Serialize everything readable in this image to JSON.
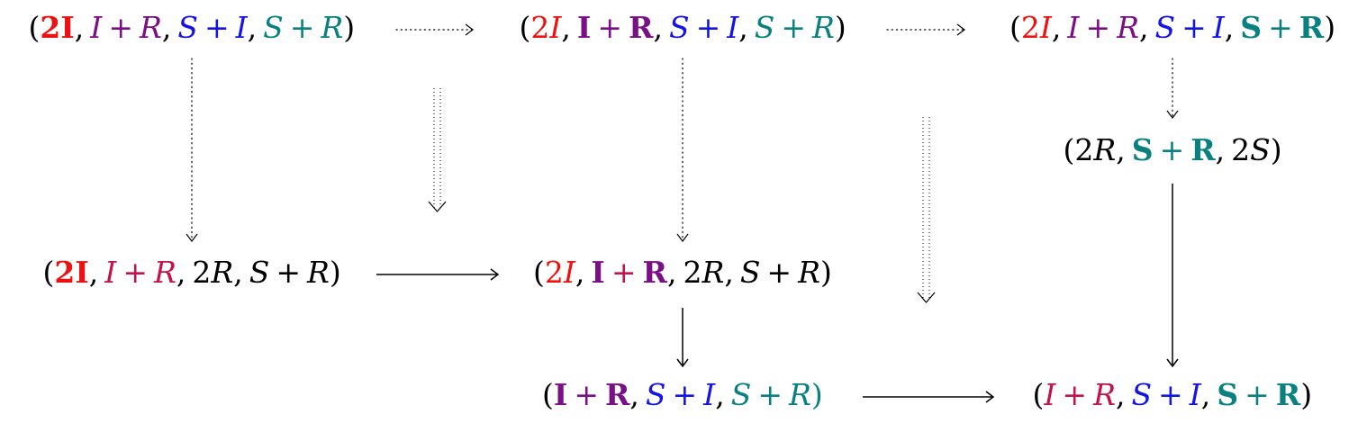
{
  "colors": {
    "red": "#ee1111",
    "purple": "#7a0f86",
    "magenta": "#c4124a",
    "blue": "#1414e6",
    "teal": "#0a8080",
    "black": "#000000"
  },
  "nodes": [
    {
      "id": "n1",
      "name": "state-2I-IR-SI-SR-focus-2I",
      "tokens": [
        {
          "t": "(",
          "c": "black"
        },
        {
          "t": "2I",
          "c": "red",
          "bold": true
        },
        {
          "t": ",",
          "c": "black",
          "sep": true
        },
        {
          "t": "I",
          "c": "purple",
          "italic": true
        },
        {
          "t": "+",
          "c": "purple",
          "op": true
        },
        {
          "t": "R",
          "c": "purple",
          "italic": true
        },
        {
          "t": ",",
          "c": "black",
          "sep": true
        },
        {
          "t": "S",
          "c": "blue",
          "italic": true
        },
        {
          "t": "+",
          "c": "blue",
          "op": true
        },
        {
          "t": "I",
          "c": "blue",
          "italic": true
        },
        {
          "t": ",",
          "c": "black",
          "sep": true
        },
        {
          "t": "S",
          "c": "teal",
          "italic": true
        },
        {
          "t": "+",
          "c": "teal",
          "op": true
        },
        {
          "t": "R",
          "c": "teal",
          "italic": true
        },
        {
          "t": ")",
          "c": "black"
        }
      ]
    },
    {
      "id": "n2",
      "name": "state-2I-IR-SI-SR-focus-IR",
      "tokens": [
        {
          "t": "(",
          "c": "black"
        },
        {
          "t": "2",
          "c": "red"
        },
        {
          "t": "I",
          "c": "red",
          "italic": true
        },
        {
          "t": ",",
          "c": "black",
          "sep": true
        },
        {
          "t": "I",
          "c": "purple",
          "bold": true
        },
        {
          "t": "+",
          "c": "purple",
          "op": true
        },
        {
          "t": "R",
          "c": "purple",
          "bold": true
        },
        {
          "t": ",",
          "c": "black",
          "sep": true
        },
        {
          "t": "S",
          "c": "blue",
          "italic": true
        },
        {
          "t": "+",
          "c": "blue",
          "op": true
        },
        {
          "t": "I",
          "c": "blue",
          "italic": true
        },
        {
          "t": ",",
          "c": "black",
          "sep": true
        },
        {
          "t": "S",
          "c": "teal",
          "italic": true
        },
        {
          "t": "+",
          "c": "teal",
          "op": true
        },
        {
          "t": "R",
          "c": "teal",
          "italic": true
        },
        {
          "t": ")",
          "c": "black"
        }
      ]
    },
    {
      "id": "n3",
      "name": "state-2I-IR-SI-SR-focus-SR",
      "tokens": [
        {
          "t": "(",
          "c": "black"
        },
        {
          "t": "2",
          "c": "red"
        },
        {
          "t": "I",
          "c": "red",
          "italic": true
        },
        {
          "t": ",",
          "c": "black",
          "sep": true
        },
        {
          "t": "I",
          "c": "purple",
          "italic": true
        },
        {
          "t": "+",
          "c": "purple",
          "op": true
        },
        {
          "t": "R",
          "c": "purple",
          "italic": true
        },
        {
          "t": ",",
          "c": "black",
          "sep": true
        },
        {
          "t": "S",
          "c": "blue",
          "italic": true
        },
        {
          "t": "+",
          "c": "blue",
          "op": true
        },
        {
          "t": "I",
          "c": "blue",
          "italic": true
        },
        {
          "t": ",",
          "c": "black",
          "sep": true
        },
        {
          "t": "S",
          "c": "teal",
          "bold": true
        },
        {
          "t": "+",
          "c": "teal",
          "op": true
        },
        {
          "t": "R",
          "c": "teal",
          "bold": true
        },
        {
          "t": ")",
          "c": "black"
        }
      ]
    },
    {
      "id": "n4",
      "name": "state-2R-SR-2S",
      "tokens": [
        {
          "t": "(",
          "c": "black"
        },
        {
          "t": "2",
          "c": "black"
        },
        {
          "t": "R",
          "c": "black",
          "italic": true
        },
        {
          "t": ",",
          "c": "black",
          "sep": true
        },
        {
          "t": "S",
          "c": "teal",
          "bold": true
        },
        {
          "t": "+",
          "c": "teal",
          "op": true
        },
        {
          "t": "R",
          "c": "teal",
          "bold": true
        },
        {
          "t": ",",
          "c": "black",
          "sep": true
        },
        {
          "t": "2",
          "c": "black"
        },
        {
          "t": "S",
          "c": "black",
          "italic": true
        },
        {
          "t": ")",
          "c": "black"
        }
      ]
    },
    {
      "id": "n5",
      "name": "state-2I-IR-2R-SR-focus-2I",
      "tokens": [
        {
          "t": "(",
          "c": "black"
        },
        {
          "t": "2I",
          "c": "red",
          "bold": true
        },
        {
          "t": ",",
          "c": "black",
          "sep": true
        },
        {
          "t": "I",
          "c": "magenta",
          "italic": true
        },
        {
          "t": "+",
          "c": "magenta",
          "op": true
        },
        {
          "t": "R",
          "c": "magenta",
          "italic": true
        },
        {
          "t": ",",
          "c": "black",
          "sep": true
        },
        {
          "t": "2",
          "c": "black"
        },
        {
          "t": "R",
          "c": "black",
          "italic": true
        },
        {
          "t": ",",
          "c": "black",
          "sep": true
        },
        {
          "t": "S",
          "c": "black",
          "italic": true
        },
        {
          "t": "+",
          "c": "black",
          "op": true
        },
        {
          "t": "R",
          "c": "black",
          "italic": true
        },
        {
          "t": ")",
          "c": "black"
        }
      ]
    },
    {
      "id": "n6",
      "name": "state-2I-IR-2R-SR-focus-IR",
      "tokens": [
        {
          "t": "(",
          "c": "black"
        },
        {
          "t": "2",
          "c": "red"
        },
        {
          "t": "I",
          "c": "red",
          "italic": true
        },
        {
          "t": ",",
          "c": "black",
          "sep": true
        },
        {
          "t": "I",
          "c": "purple",
          "bold": true
        },
        {
          "t": "+",
          "c": "magenta",
          "op": true
        },
        {
          "t": "R",
          "c": "purple",
          "bold": true
        },
        {
          "t": ",",
          "c": "black",
          "sep": true
        },
        {
          "t": "2",
          "c": "black"
        },
        {
          "t": "R",
          "c": "black",
          "italic": true
        },
        {
          "t": ",",
          "c": "black",
          "sep": true
        },
        {
          "t": "S",
          "c": "black",
          "italic": true
        },
        {
          "t": "+",
          "c": "black",
          "op": true
        },
        {
          "t": "R",
          "c": "black",
          "italic": true
        },
        {
          "t": ")",
          "c": "black"
        }
      ]
    },
    {
      "id": "n7",
      "name": "state-IR-SI-SR",
      "tokens": [
        {
          "t": "(",
          "c": "black"
        },
        {
          "t": "I",
          "c": "purple",
          "bold": true
        },
        {
          "t": "+",
          "c": "purple",
          "op": true
        },
        {
          "t": "R",
          "c": "purple",
          "bold": true
        },
        {
          "t": ",",
          "c": "black",
          "sep": true
        },
        {
          "t": "S",
          "c": "blue",
          "italic": true
        },
        {
          "t": "+",
          "c": "blue",
          "op": true
        },
        {
          "t": "I",
          "c": "blue",
          "italic": true
        },
        {
          "t": ",",
          "c": "black",
          "sep": true
        },
        {
          "t": "S",
          "c": "teal",
          "italic": true
        },
        {
          "t": "+",
          "c": "teal",
          "op": true
        },
        {
          "t": "R",
          "c": "teal",
          "italic": true
        },
        {
          "t": ")",
          "c": "teal"
        }
      ]
    },
    {
      "id": "n8",
      "name": "state-IR-SI-SR-focus-SR",
      "tokens": [
        {
          "t": "(",
          "c": "black"
        },
        {
          "t": "I",
          "c": "magenta",
          "italic": true
        },
        {
          "t": "+",
          "c": "magenta",
          "op": true
        },
        {
          "t": "R",
          "c": "magenta",
          "italic": true
        },
        {
          "t": ",",
          "c": "black",
          "sep": true
        },
        {
          "t": "S",
          "c": "blue",
          "italic": true
        },
        {
          "t": "+",
          "c": "blue",
          "op": true
        },
        {
          "t": "I",
          "c": "blue",
          "italic": true
        },
        {
          "t": ",",
          "c": "black",
          "sep": true
        },
        {
          "t": "S",
          "c": "teal",
          "bold": true
        },
        {
          "t": "+",
          "c": "teal",
          "op": true
        },
        {
          "t": "R",
          "c": "teal",
          "bold": true
        },
        {
          "t": ")",
          "c": "black"
        }
      ]
    }
  ],
  "edges": [
    {
      "id": "e-n1-n2",
      "from": "n1",
      "to": "n2",
      "style": "dotted"
    },
    {
      "id": "e-n2-n3",
      "from": "n2",
      "to": "n3",
      "style": "dotted"
    },
    {
      "id": "e-n1-n5",
      "from": "n1",
      "to": "n5",
      "style": "dotted"
    },
    {
      "id": "e-n2-n6",
      "from": "n2",
      "to": "n6",
      "style": "dotted"
    },
    {
      "id": "e-n3-n4",
      "from": "n3",
      "to": "n4",
      "style": "dotted"
    },
    {
      "id": "e-n5-n6",
      "from": "n5",
      "to": "n6",
      "style": "solid"
    },
    {
      "id": "e-n6-n7",
      "from": "n6",
      "to": "n7",
      "style": "solid"
    },
    {
      "id": "e-n7-n8",
      "from": "n7",
      "to": "n8",
      "style": "solid"
    },
    {
      "id": "e-n4-n8",
      "from": "n4",
      "to": "n8",
      "style": "solid"
    },
    {
      "id": "e-free-1",
      "from": null,
      "to": null,
      "style": "double-dotted"
    },
    {
      "id": "e-free-2",
      "from": null,
      "to": null,
      "style": "double-dotted"
    }
  ]
}
